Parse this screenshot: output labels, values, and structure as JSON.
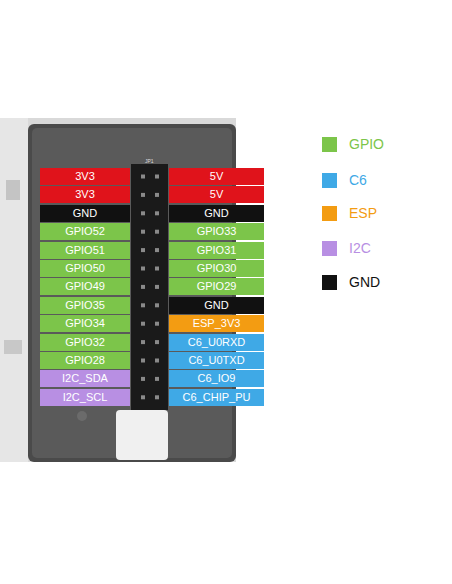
{
  "diagram": {
    "nodes": [
      {
        "text": [
          "3V3"
        ]
      },
      {
        "text": [
          "5V"
        ]
      },
      {
        "text": [
          "3V3"
        ]
      },
      {
        "text": [
          "5V"
        ]
      },
      {
        "text": [
          "GND"
        ]
      },
      {
        "text": [
          "GND"
        ]
      },
      {
        "text": [
          "GPIO52"
        ]
      },
      {
        "text": [
          "GPIO33"
        ]
      },
      {
        "text": [
          "GPIO51"
        ]
      },
      {
        "text": [
          "GPIO31"
        ]
      },
      {
        "text": [
          "GPIO50"
        ]
      },
      {
        "text": [
          "GPIO30"
        ]
      },
      {
        "text": [
          "GPIO49"
        ]
      },
      {
        "text": [
          "GPIO29"
        ]
      },
      {
        "text": [
          "GPIO35"
        ]
      },
      {
        "text": [
          "GND"
        ]
      },
      {
        "text": [
          "GPIO34"
        ]
      },
      {
        "text": [
          "ESP_3V3"
        ]
      },
      {
        "text": [
          "GPIO32"
        ]
      },
      {
        "text": [
          "C6_U0RXD"
        ]
      },
      {
        "text": [
          "GPIO28"
        ]
      },
      {
        "text": [
          "C6_U0TXD"
        ]
      },
      {
        "text": [
          "I2C_SDA"
        ]
      },
      {
        "text": [
          "C6_IO9"
        ]
      },
      {
        "text": [
          "I2C_SCL"
        ]
      },
      {
        "text": [
          "C6_CHIP_PU"
        ]
      }
    ],
    "labels": [
      "JP1"
    ],
    "legend": [
      {
        "text": "GPIO",
        "color": "#7cc54a"
      },
      {
        "text": "C6",
        "color": "#3fa9e6"
      },
      {
        "text": "ESP",
        "color": "#f39c12"
      },
      {
        "text": "I2C",
        "color": "#b88fe3"
      },
      {
        "text": "GND",
        "color": "#111111"
      }
    ]
  }
}
